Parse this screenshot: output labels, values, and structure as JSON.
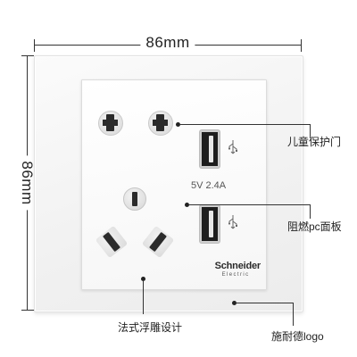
{
  "dimensions": {
    "width_label": "86mm",
    "height_label": "86mm"
  },
  "panel": {
    "usb_rating": "5V 2.4A",
    "brand_name": "Schneider",
    "brand_sub": "Electric",
    "socket_color": "#f3f3f3",
    "slot_color": "#2b2b2b"
  },
  "callouts": {
    "child_protection": "儿童保护门",
    "flame_retardant": "阻燃pc面板",
    "relief_design": "法式浮雕设计",
    "brand_logo": "施耐德logo"
  }
}
